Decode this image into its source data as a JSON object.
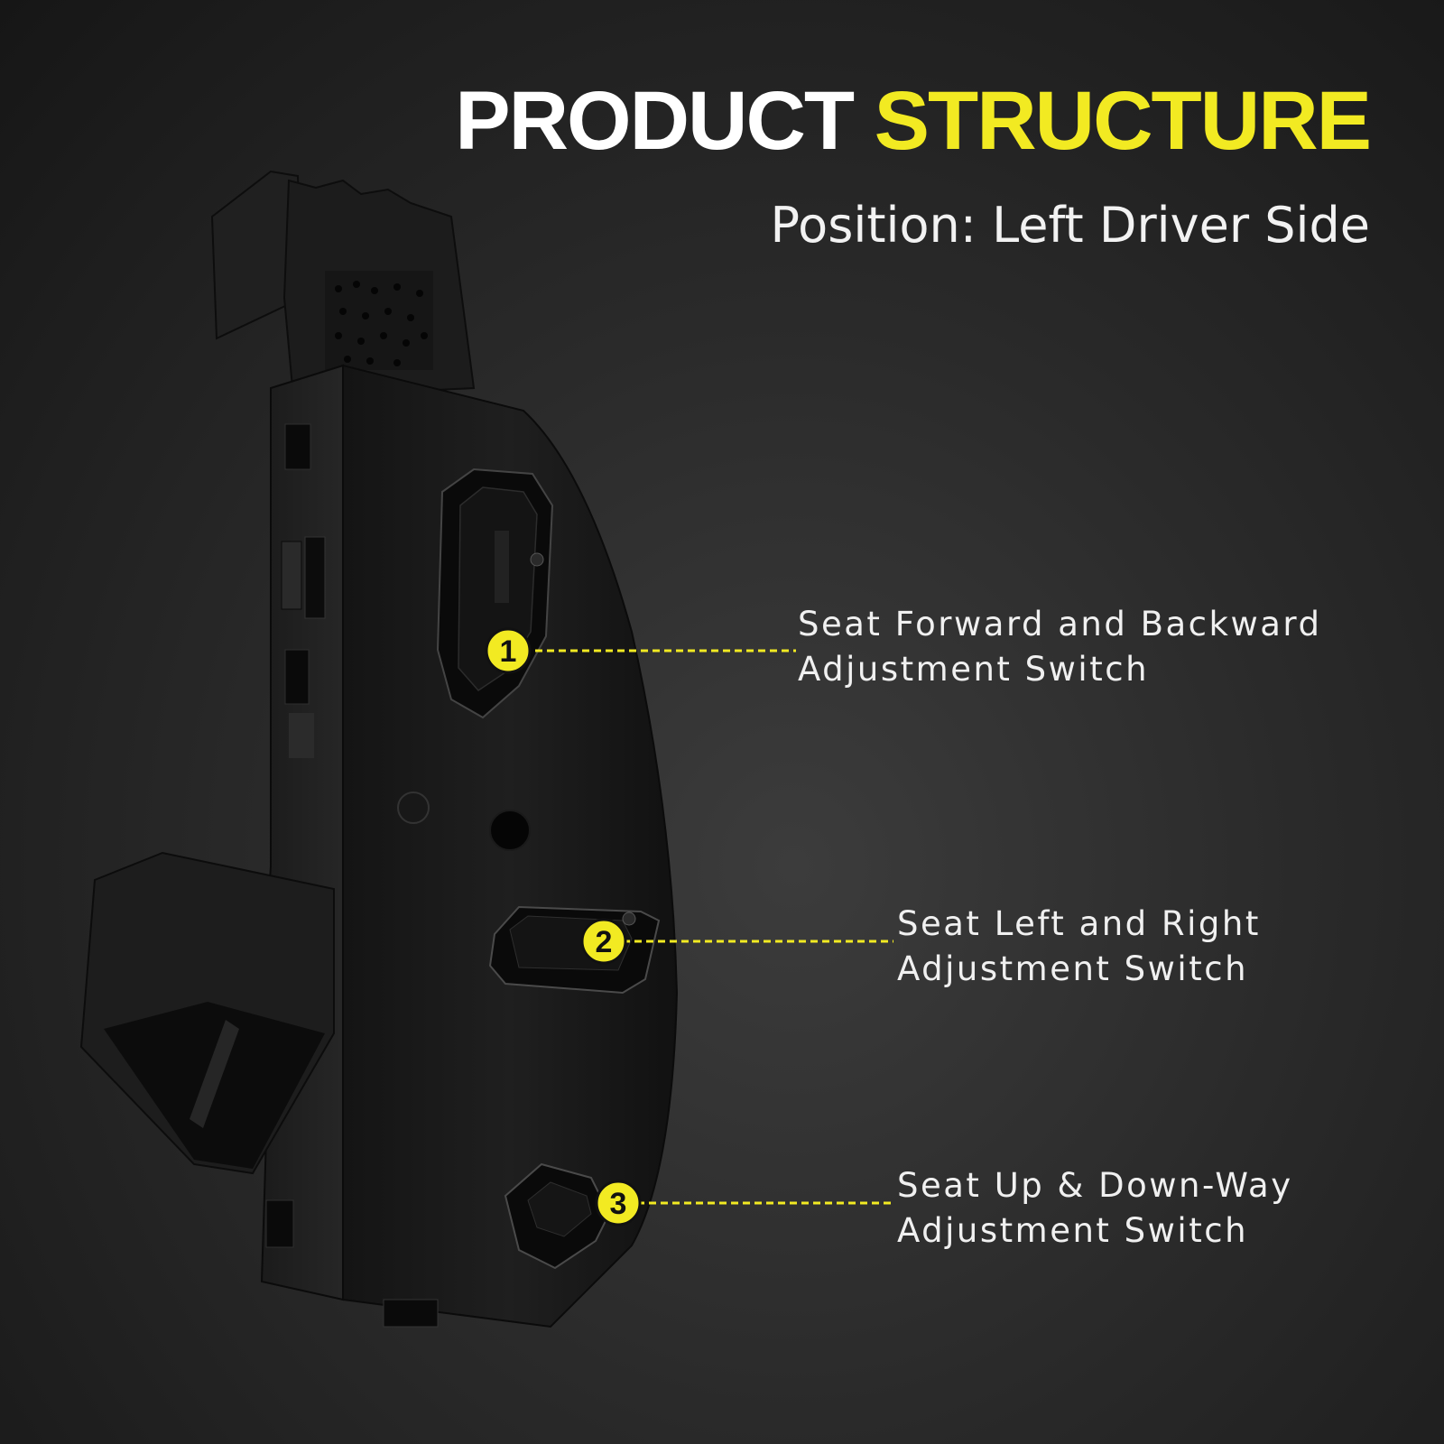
{
  "header": {
    "title_word1": "PRODUCT",
    "title_word2": "STRUCTURE",
    "subtitle": "Position: Left Driver Side"
  },
  "colors": {
    "accent": "#f2ea22",
    "text": "#ffffff",
    "background": "#2a2a2a"
  },
  "callouts": [
    {
      "number": "1",
      "line1": "Seat Forward and Backward",
      "line2": "Adjustment Switch"
    },
    {
      "number": "2",
      "line1": "Seat Left and Right",
      "line2": "Adjustment Switch"
    },
    {
      "number": "3",
      "line1": "Seat Up & Down-Way",
      "line2": "Adjustment Switch"
    }
  ]
}
